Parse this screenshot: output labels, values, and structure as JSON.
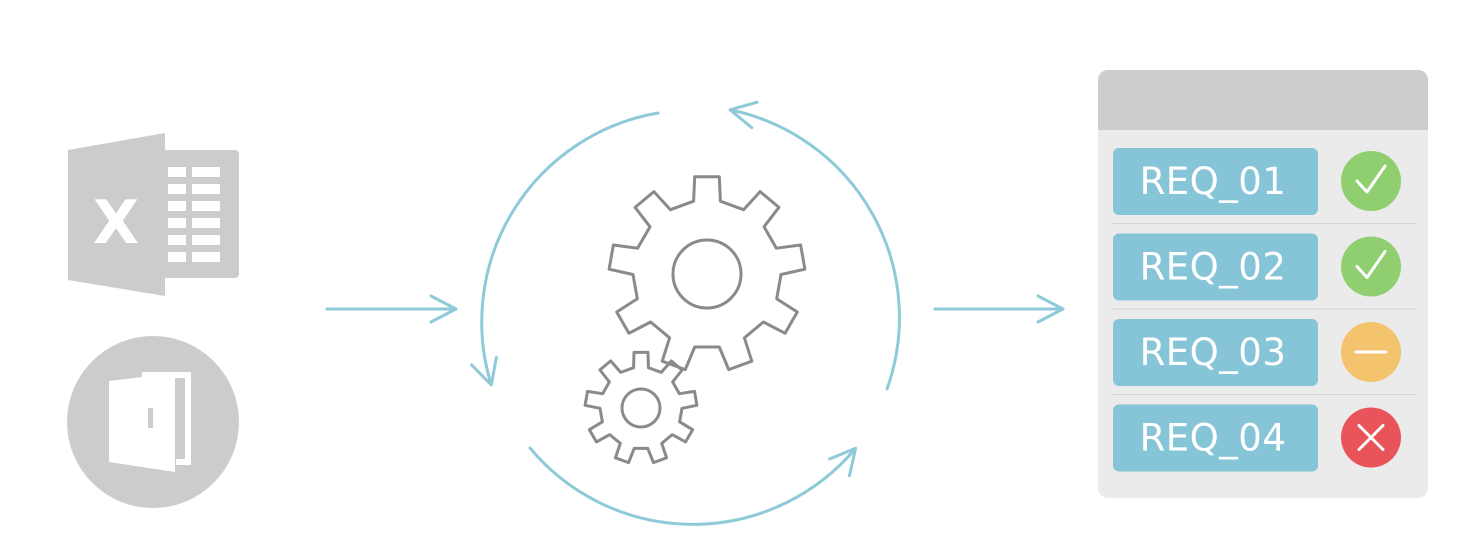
{
  "icons": {
    "excel": "excel-file-icon",
    "door": "exit-door-icon",
    "gears": "gears-icon",
    "cycle": "cycle-arrows-icon"
  },
  "excel_letter": "X",
  "results_panel": {
    "items": [
      {
        "label": "REQ_01",
        "status": "pass"
      },
      {
        "label": "REQ_02",
        "status": "pass"
      },
      {
        "label": "REQ_03",
        "status": "pending"
      },
      {
        "label": "REQ_04",
        "status": "fail"
      }
    ]
  },
  "colors": {
    "arrow": "#8fcad8",
    "icon_grey": "#cccccc",
    "gear_stroke": "#8a8a8a",
    "panel_bg": "#ebebeb",
    "panel_header": "#cdcdcd",
    "label_bg": "#86c5d8",
    "pass": "#8fcf70",
    "pending": "#f3c46d",
    "fail": "#e8545a"
  }
}
